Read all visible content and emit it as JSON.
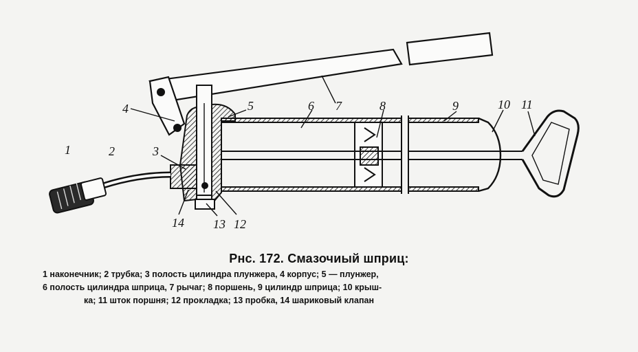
{
  "figure": {
    "callouts": [
      "1",
      "2",
      "3",
      "4",
      "5",
      "6",
      "7",
      "8",
      "9",
      "10",
      "11",
      "12",
      "13",
      "14"
    ]
  },
  "caption": {
    "title": "Рнс. 172. Смазочиый шприц:",
    "legend_lines": [
      "1   наконечник; 2   трубка; 3   полость цилиндра плунжера, 4   корпус; 5 — плунжер,",
      "6   полость цилиндра шприца, 7   рычаг; 8   поршень, 9   цилиндр шприца; 10   крыш-",
      "ка; 11   шток поршня; 12   прокладка; 13   пробка, 14   шариковый клапан"
    ]
  },
  "colors": {
    "ink": "#111111",
    "paper": "#f4f4f2"
  }
}
